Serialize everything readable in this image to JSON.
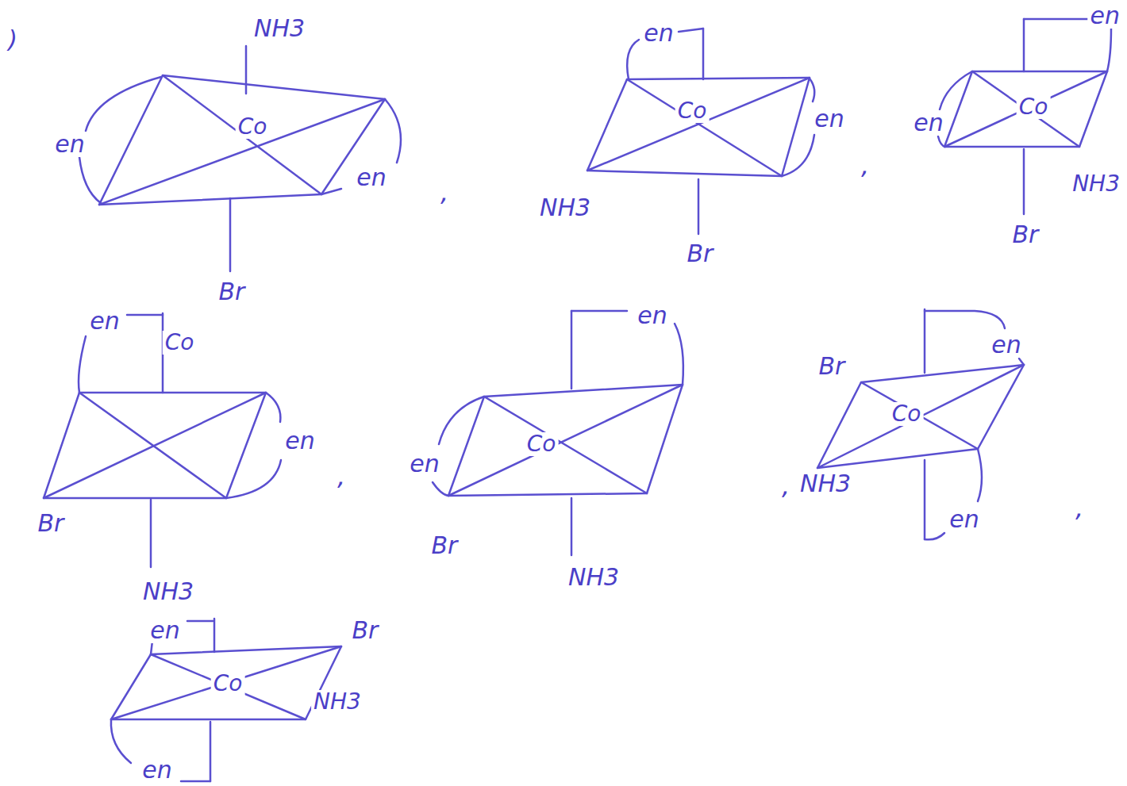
{
  "diagram": {
    "labels": [
      ")",
      "NH3",
      "en",
      "Co",
      "en",
      "Br",
      ",",
      "en",
      "Co",
      "en",
      "NH3",
      "Br",
      ",",
      "en",
      "en",
      "Co",
      "NH3",
      "Br",
      "en",
      "Co",
      "en",
      ",",
      "Br",
      "NH3",
      "en",
      "en",
      "Co",
      ",",
      "Br",
      "NH3",
      "Br",
      "en",
      "Co",
      "NH3",
      ",",
      "en",
      "en",
      "Br",
      "Co",
      "NH3",
      "en"
    ]
  }
}
